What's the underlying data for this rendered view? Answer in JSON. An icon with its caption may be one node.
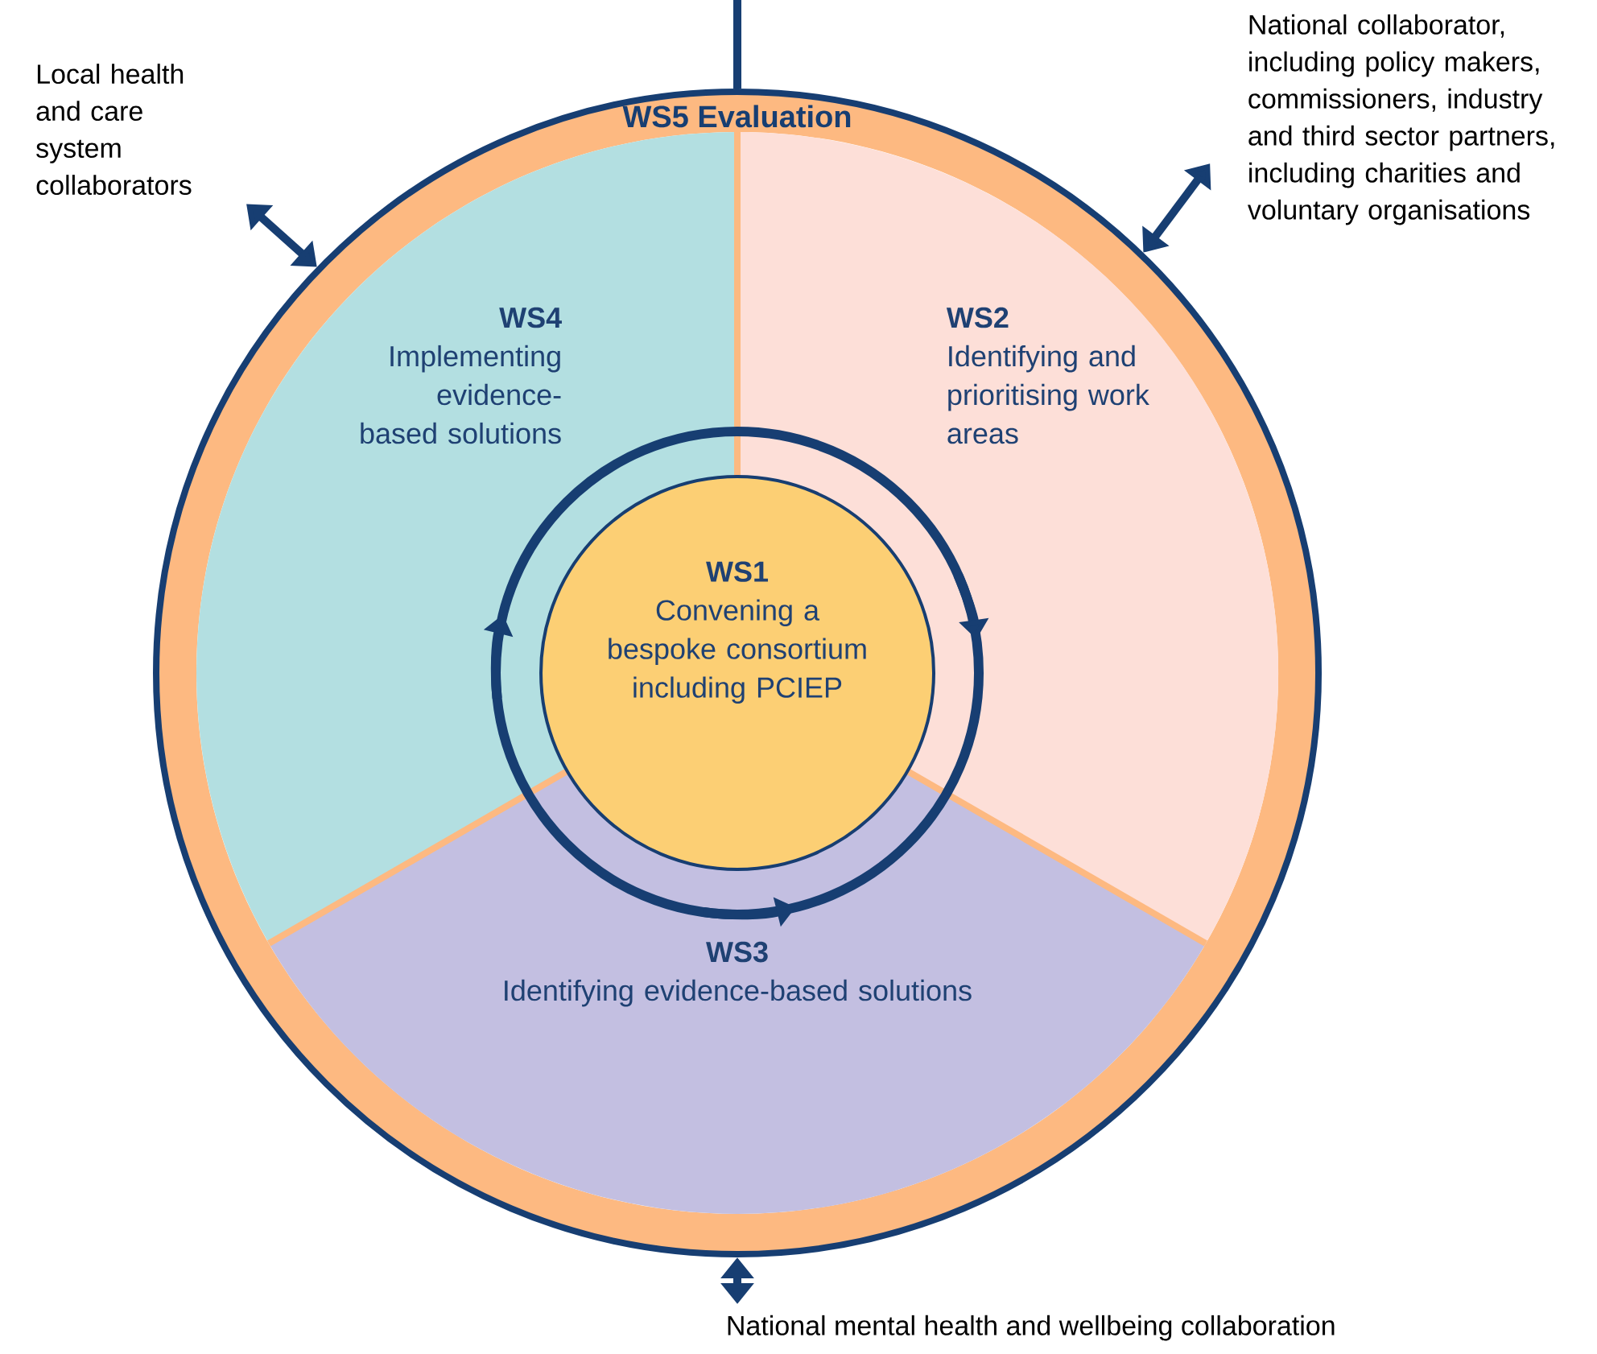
{
  "diagram": {
    "nodes": [
      {
        "text": [
          "WS5 Evaluation"
        ]
      },
      {
        "text": [
          "WS4",
          "Implementing evidence-based solutions"
        ],
        "in": 0
      },
      {
        "text": [
          "WS2",
          "Identifying and prioritising work areas"
        ],
        "in": 0
      },
      {
        "text": [
          "WS3",
          "Identifying evidence-based solutions"
        ],
        "in": 0
      },
      {
        "text": [
          "WS1",
          "Convening a bespoke consortium including PCIEP"
        ],
        "in": 0
      },
      {
        "text": [
          "Local health and care system collaborators"
        ]
      },
      {
        "text": [
          "National collaborator, including policy makers, commissioners, industry and third sector partners, including charities and voluntary organisations"
        ]
      },
      {
        "text": [
          "National mental health and wellbeing collaboration"
        ]
      }
    ],
    "edges": [
      {
        "from": 0,
        "to": 5,
        "arrow": "both"
      },
      {
        "from": 0,
        "to": 6,
        "arrow": "both"
      },
      {
        "from": 0,
        "to": 7,
        "arrow": "both"
      },
      {
        "from": 0,
        "to": null,
        "arrow": "none"
      }
    ]
  }
}
